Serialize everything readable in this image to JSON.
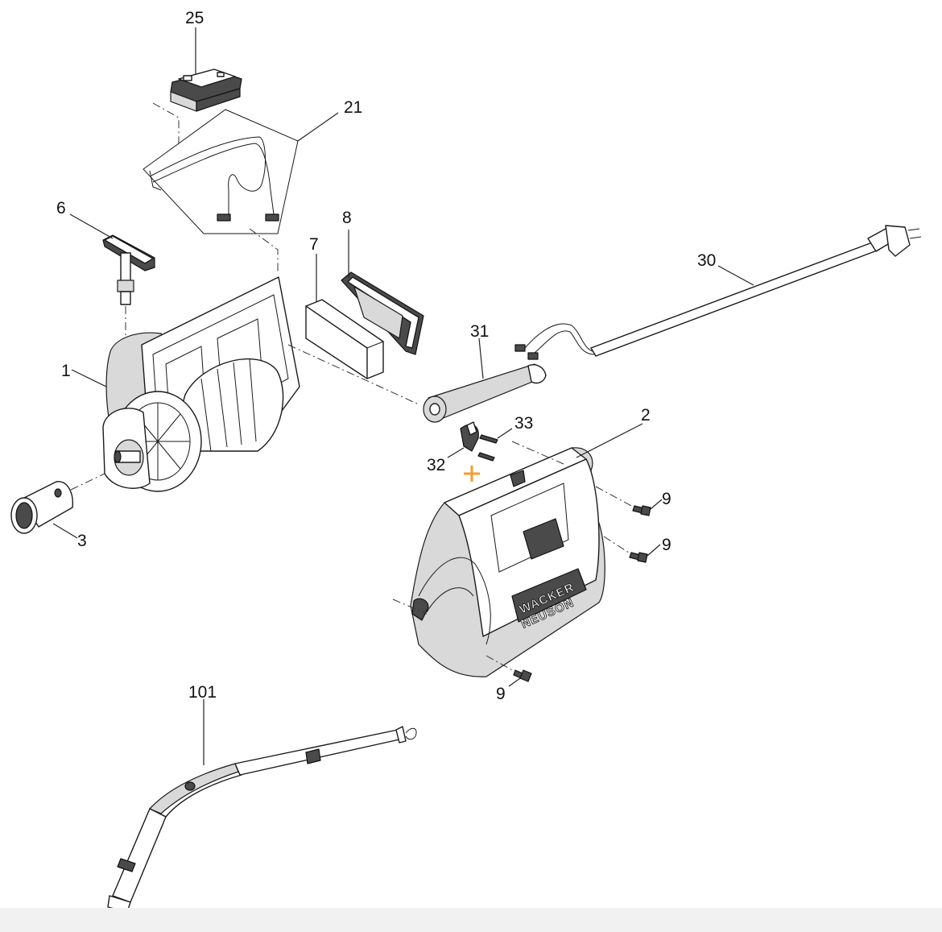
{
  "callouts": {
    "p1": "1",
    "p2": "2",
    "p3": "3",
    "p6": "6",
    "p7": "7",
    "p8": "8",
    "p9a": "9",
    "p9b": "9",
    "p9c": "9",
    "p21": "21",
    "p25": "25",
    "p30": "30",
    "p31": "31",
    "p32": "32",
    "p33": "33",
    "p101": "101"
  },
  "brand": {
    "line1": "WACKER",
    "line2": "NEUSON"
  },
  "colors": {
    "cursor": "#f0a030",
    "ink": "#1a1a1a",
    "fill_gray": "#d9d9d9"
  },
  "cursor_icon": "crosshair-plus-icon"
}
